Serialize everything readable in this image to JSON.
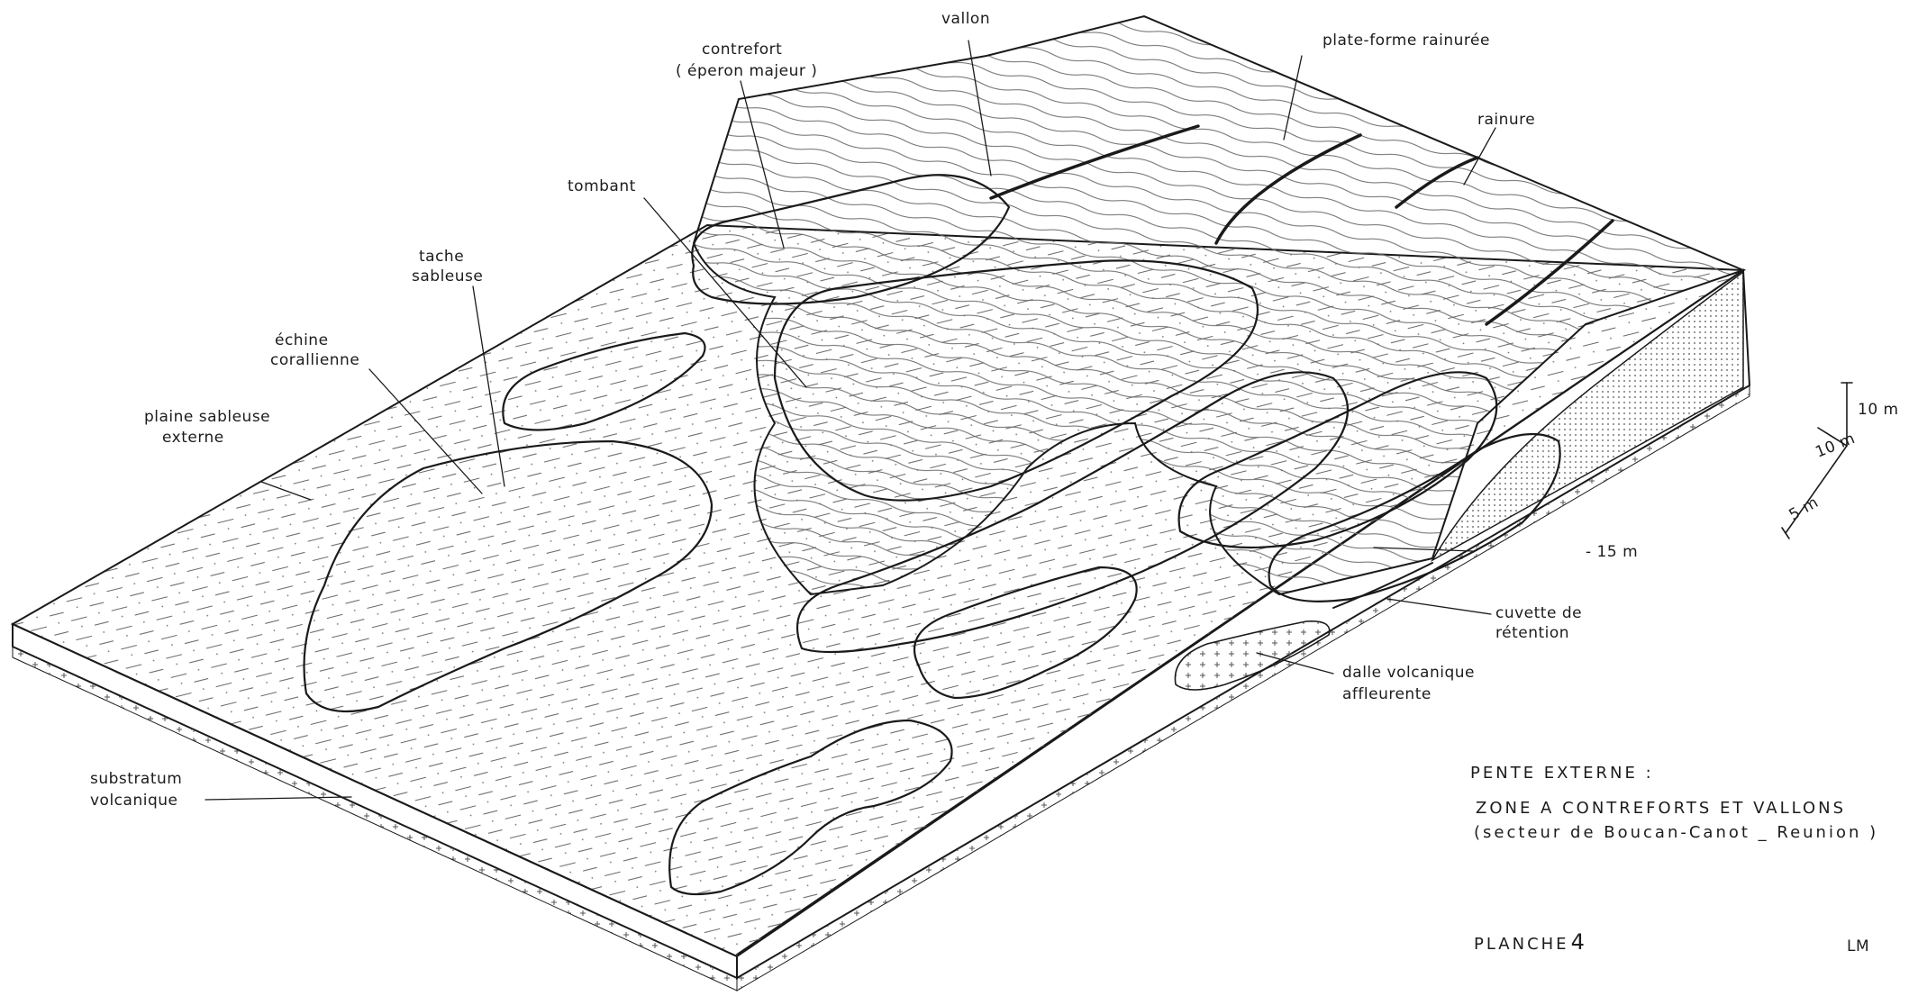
{
  "labels": {
    "vallon": "vallon",
    "plate_forme": "plate-forme  rainurée",
    "contrefort_1": "contrefort",
    "contrefort_2": "( éperon  majeur )",
    "rainure": "rainure",
    "tombant": "tombant",
    "tache_1": "tache",
    "tache_2": "sableuse",
    "echine_1": "échine",
    "echine_2": "corallienne",
    "plaine_1": "plaine sableuse",
    "plaine_2": "externe",
    "depth": "- 15 m",
    "cuvette_1": "cuvette de",
    "cuvette_2": "rétention",
    "dalle_1": "dalle volcanique",
    "dalle_2": "affleurente",
    "substratum_1": "substratum",
    "substratum_2": "volcanique"
  },
  "scale": {
    "vertical": "10 m",
    "depth": "10 m",
    "horizontal": "5 m"
  },
  "caption": {
    "line1": "PENTE  EXTERNE :",
    "line2": "ZONE  A  CONTREFORTS   ET  VALLONS",
    "line3": "(secteur  de   Boucan-Canot _ Reunion  )",
    "plate_prefix": "PLANCHE",
    "plate_number": "4"
  },
  "signature": "LM"
}
